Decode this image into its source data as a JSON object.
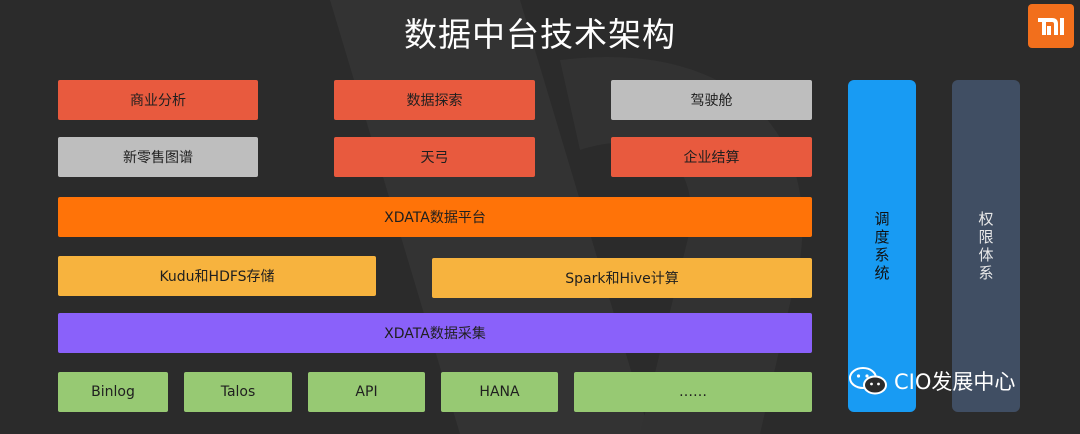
{
  "title": "数据中台技术架构",
  "logo_text": "mi",
  "rows": {
    "apps_row1": [
      "商业分析",
      "数据探索",
      "驾驶舱"
    ],
    "apps_row2": [
      "新零售图谱",
      "天弓",
      "企业结算"
    ],
    "platform": "XDATA数据平台",
    "storage": "Kudu和HDFS存储",
    "compute": "Spark和Hive计算",
    "collection": "XDATA数据采集",
    "sources": [
      "Binlog",
      "Talos",
      "API",
      "HANA",
      "……"
    ]
  },
  "side": {
    "scheduling": "调度系统",
    "permissions": "权限体系"
  },
  "watermark": "CIO发展中心",
  "colors": {
    "background": "#2b2b2b",
    "red": "#e85a3e",
    "gray": "#bebebe",
    "orange": "#ff7308",
    "amber": "#f7b33e",
    "purple": "#8a61fa",
    "green": "#97c973",
    "blue": "#189bf3",
    "slate": "#404e63",
    "logo": "#f26f1c"
  }
}
